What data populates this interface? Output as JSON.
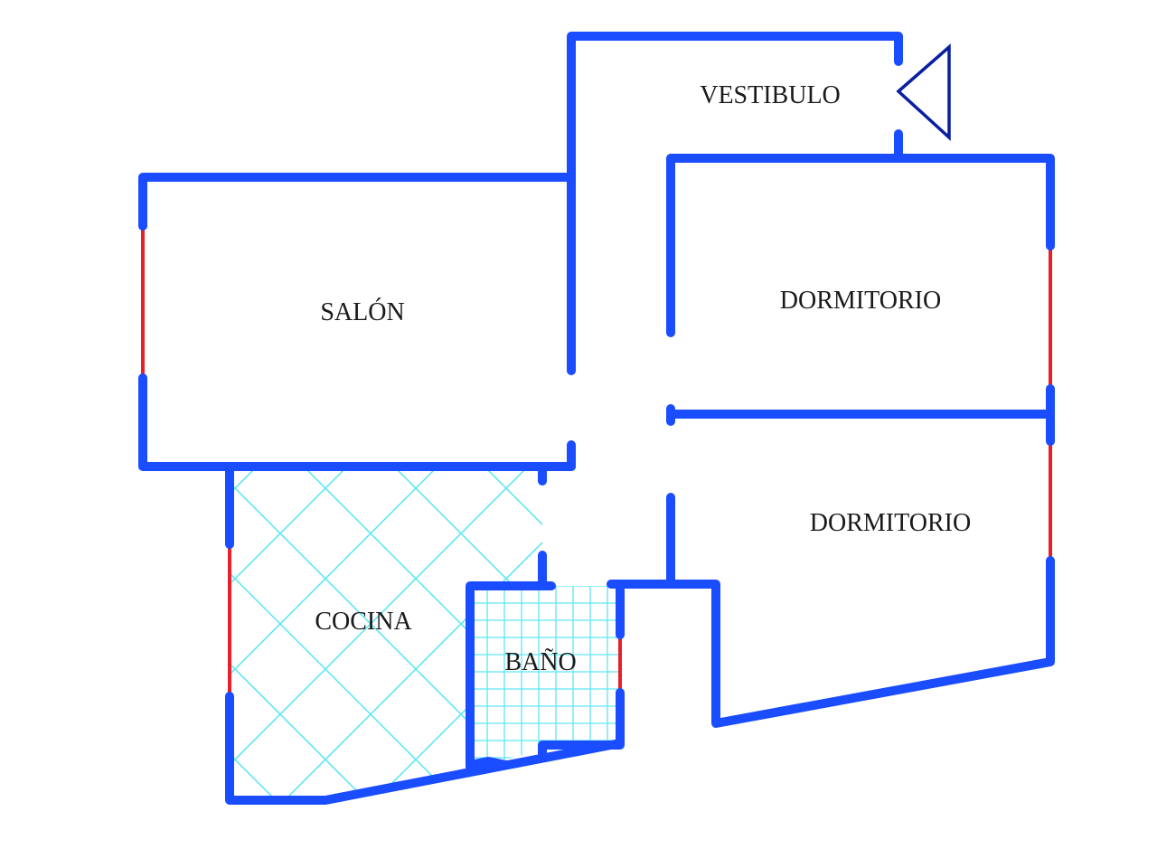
{
  "floor_plan": {
    "rooms": [
      {
        "id": "vestibulo",
        "label": "VESTIBULO"
      },
      {
        "id": "salon",
        "label": "SALÓN"
      },
      {
        "id": "dormitorio-1",
        "label": "DORMITORIO"
      },
      {
        "id": "dormitorio-2",
        "label": "DORMITORIO"
      },
      {
        "id": "cocina",
        "label": "COCINA"
      },
      {
        "id": "bano",
        "label": "BAÑO"
      }
    ],
    "colors": {
      "walls": "#1a4dff",
      "windows": "#e8202a",
      "tiles": "#5fe6f2",
      "entry_symbol": "#0a1fa0",
      "labels": "#1a1a1a",
      "background": "#ffffff"
    },
    "entry_symbol": "triangle-entrance-icon"
  }
}
